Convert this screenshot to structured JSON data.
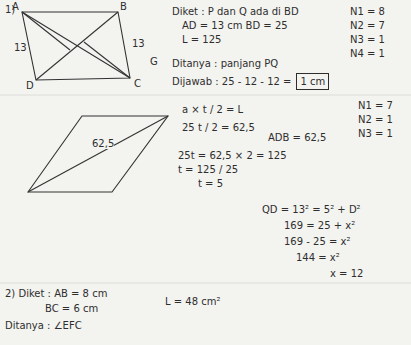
{
  "diagram": {
    "nodes": [
      {
        "text": [
          "1 cm"
        ]
      }
    ],
    "labels": [
      "1)",
      "A",
      "B",
      "C",
      "D",
      "13",
      "13",
      "G",
      "Diket : P dan Q ada di BD",
      "AD = 13 cm   BD = 25",
      "L = 125",
      "Ditanya : panjang PQ",
      "Dijawab : 25 - 12 - 12 =",
      "N1 = 8",
      "N2 = 7",
      "N3 = 1",
      "N4 = 1",
      "62,5",
      "a × t / 2 = L",
      "25 t / 2 = 62,5",
      "25t = 62,5 × 2 = 125",
      "t = 125 / 25",
      "t = 5",
      "ADB = 62,5",
      "N1 = 7",
      "N2 = 1",
      "N3 = 1",
      "QD = 13² = 5² + D²",
      "169 = 25 + x²",
      "169 - 25 = x²",
      "144 = x²",
      "x = 12",
      "2) Diket : AB = 8 cm",
      "BC = 6 cm",
      "Ditanya : ∠EFC",
      "L = 48 cm²"
    ]
  }
}
